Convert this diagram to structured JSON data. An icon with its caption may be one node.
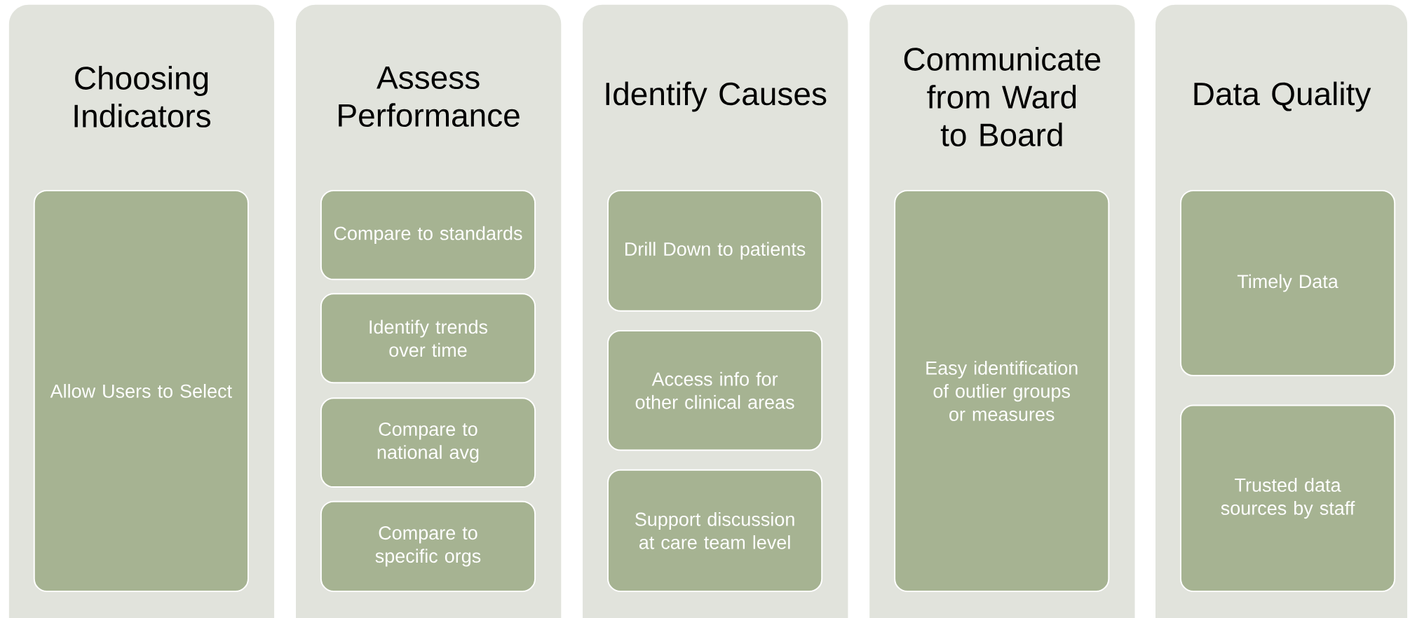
{
  "diagram": {
    "nodes": [
      {
        "text": [
          "Choosing Indicators"
        ]
      },
      {
        "text": [
          "Allow Users to Select"
        ],
        "in": 0
      },
      {
        "text": [
          "Assess Performance"
        ]
      },
      {
        "text": [
          "Compare to standards"
        ],
        "in": 2
      },
      {
        "text": [
          "Identify trends over time"
        ],
        "in": 2
      },
      {
        "text": [
          "Compare to national avg"
        ],
        "in": 2
      },
      {
        "text": [
          "Compare to specific orgs"
        ],
        "in": 2
      },
      {
        "text": [
          "Identify Causes"
        ]
      },
      {
        "text": [
          "Drill Down to patients"
        ],
        "in": 7
      },
      {
        "text": [
          "Access info for other clinical areas"
        ],
        "in": 7
      },
      {
        "text": [
          "Support discussion at care team level"
        ],
        "in": 7
      },
      {
        "text": [
          "Communicate from Ward to Board"
        ]
      },
      {
        "text": [
          "Easy identification of outlier groups or measures"
        ],
        "in": 11
      },
      {
        "text": [
          "Data Quality"
        ]
      },
      {
        "text": [
          "Timely Data"
        ],
        "in": 13
      },
      {
        "text": [
          "Trusted data sources by staff"
        ],
        "in": 13
      }
    ]
  }
}
